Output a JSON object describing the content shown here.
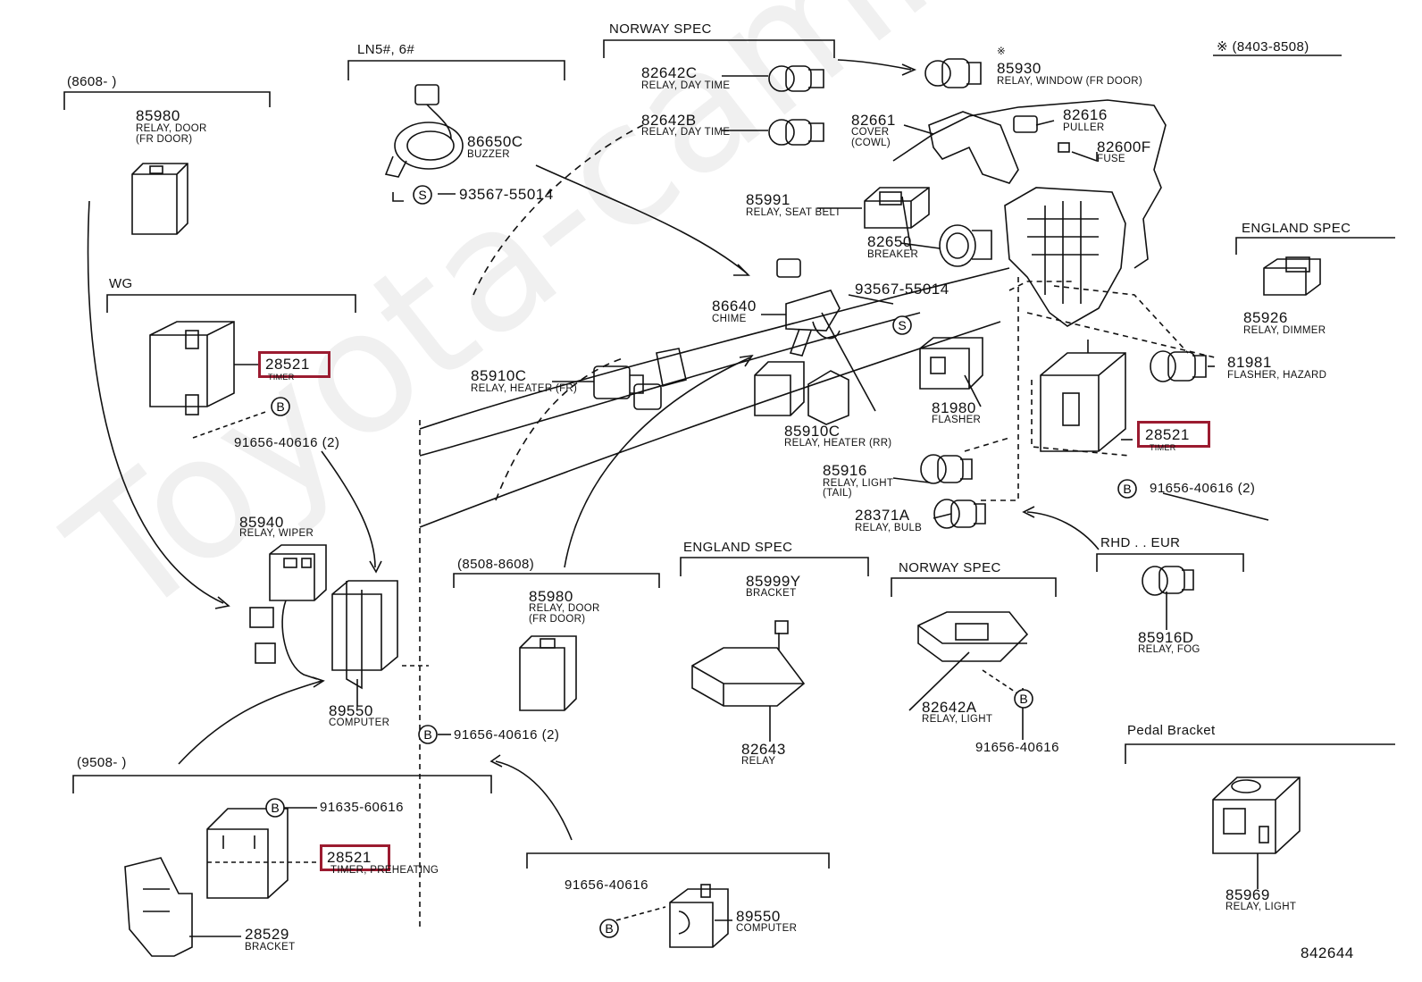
{
  "watermark": "Toyota-camry.ru",
  "diagram_id": "842644",
  "sections": {
    "s8608": "(8608-        )",
    "s_ln5": "LN5#, 6#",
    "s_norway_top": "NORWAY SPEC",
    "s_date_top": "※ (8403-8508)",
    "s_england_right": "ENGLAND SPEC",
    "s_wg": "WG",
    "s8508": "(8508-8608)",
    "s_england_mid": "ENGLAND SPEC",
    "s_norway_mid": "NORWAY SPEC",
    "s_rhd": "RHD . . EUR",
    "s9508": "(9508-        )",
    "s_pedal": "Pedal Bracket"
  },
  "parts": {
    "p85980a": {
      "num": "85980",
      "desc1": "RELAY, DOOR",
      "desc2": "(FR DOOR)"
    },
    "p86650c": {
      "num": "86650C",
      "desc1": "BUZZER"
    },
    "p93567a": {
      "num": "93567-55014"
    },
    "p82642c": {
      "num": "82642C",
      "desc1": "RELAY, DAY TIME"
    },
    "p82642b": {
      "num": "82642B",
      "desc1": "RELAY, DAY TIME"
    },
    "p85930": {
      "mark": "※",
      "num": "85930",
      "desc1": "RELAY, WINDOW (FR DOOR)"
    },
    "p82661": {
      "num": "82661",
      "desc1": "COVER",
      "desc2": "(COWL)"
    },
    "p82616": {
      "num": "82616",
      "desc1": "PULLER"
    },
    "p82600f": {
      "num": "82600F",
      "desc1": "FUSE"
    },
    "p85991": {
      "num": "85991",
      "desc1": "RELAY, SEAT BELT"
    },
    "p82650": {
      "num": "82650",
      "desc1": "BREAKER"
    },
    "p86640": {
      "num": "86640",
      "desc1": "CHIME"
    },
    "p93567b": {
      "num": "93567-55014"
    },
    "p85926": {
      "num": "85926",
      "desc1": "RELAY, DIMMER"
    },
    "p28521a": {
      "num": "28521",
      "desc1": "TIMER"
    },
    "p91656a": {
      "num": "91656-40616 (2)"
    },
    "p85910ca": {
      "num": "85910C",
      "desc1": "RELAY, HEATER (FR)"
    },
    "p85910cb": {
      "num": "85910C",
      "desc1": "RELAY, HEATER (RR)"
    },
    "p81980": {
      "num": "81980",
      "desc1": "FLASHER"
    },
    "p81981": {
      "num": "81981",
      "desc1": "FLASHER, HAZARD"
    },
    "p28521b": {
      "num": "28521",
      "desc1": "TIMER"
    },
    "p85916": {
      "num": "85916",
      "desc1": "RELAY, LIGHT",
      "desc2": "(TAIL)"
    },
    "p91656b": {
      "num": "91656-40616 (2)"
    },
    "p28371a": {
      "num": "28371A",
      "desc1": "RELAY, BULB"
    },
    "p85940": {
      "num": "85940",
      "desc1": "RELAY, WIPER"
    },
    "p85980b": {
      "num": "85980",
      "desc1": "RELAY, DOOR",
      "desc2": "(FR DOOR)"
    },
    "p85999y": {
      "num": "85999Y",
      "desc1": "BRACKET"
    },
    "p82642a": {
      "num": "82642A",
      "desc1": "RELAY, LIGHT"
    },
    "p91656c": {
      "num": "91656-40616"
    },
    "p85916d": {
      "num": "85916D",
      "desc1": "RELAY, FOG"
    },
    "p89550a": {
      "num": "89550",
      "desc1": "COMPUTER"
    },
    "p91656d": {
      "num": "91656-40616 (2)"
    },
    "p82643": {
      "num": "82643",
      "desc1": "RELAY"
    },
    "p91635": {
      "num": "91635-60616"
    },
    "p28521c": {
      "num": "28521",
      "desc1": "TIMER, PREHEATING"
    },
    "p28529": {
      "num": "28529",
      "desc1": "BRACKET"
    },
    "p91656e": {
      "num": "91656-40616"
    },
    "p89550b": {
      "num": "89550",
      "desc1": "COMPUTER"
    },
    "p85969": {
      "num": "85969",
      "desc1": "RELAY, LIGHT"
    }
  },
  "badges": {
    "s": "S",
    "b": "B"
  },
  "highlight_color": "#9b1b30"
}
